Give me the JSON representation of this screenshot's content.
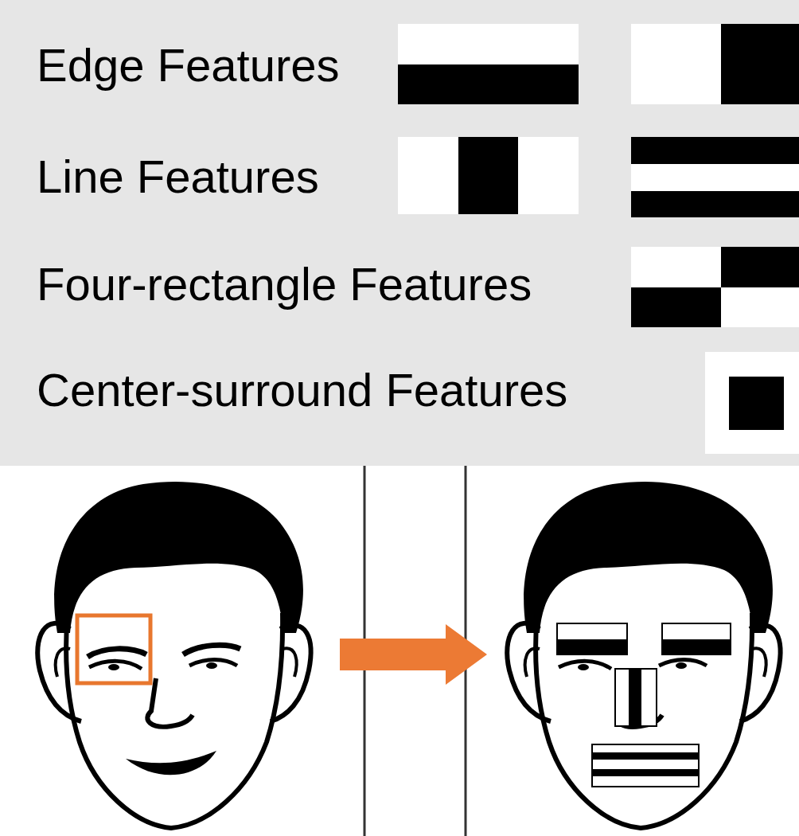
{
  "diagram": {
    "labels": [
      "Edge Features",
      "Line Features",
      "Four-rectangle Features",
      "Center-surround Features"
    ]
  }
}
